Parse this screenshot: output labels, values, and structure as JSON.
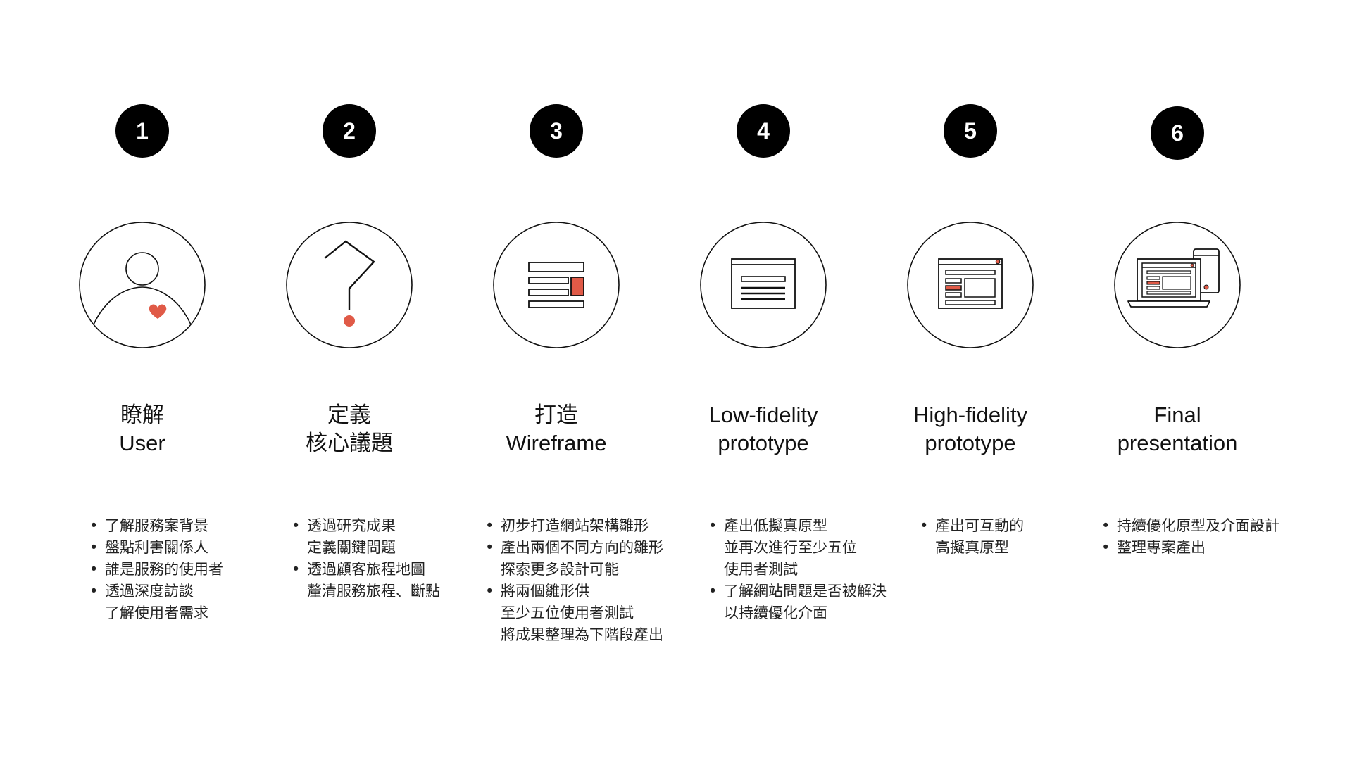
{
  "accent_color": "#e05a47",
  "steps": [
    {
      "number": "1",
      "icon": "user-heart-icon",
      "title_lines": [
        "瞭解",
        "User"
      ],
      "bullets": [
        [
          "了解服務案背景"
        ],
        [
          "盤點利害關係人"
        ],
        [
          "誰是服務的使用者"
        ],
        [
          "透過深度訪談",
          "了解使用者需求"
        ]
      ]
    },
    {
      "number": "2",
      "icon": "question-mark-icon",
      "title_lines": [
        "定義",
        "核心議題"
      ],
      "bullets": [
        [
          "透過研究成果",
          "定義關鍵問題"
        ],
        [
          "透過顧客旅程地圖",
          "釐清服務旅程、斷點"
        ]
      ]
    },
    {
      "number": "3",
      "icon": "wireframe-icon",
      "title_lines": [
        "打造",
        "Wireframe"
      ],
      "bullets": [
        [
          "初步打造網站架構雛形"
        ],
        [
          "產出兩個不同方向的雛形",
          "探索更多設計可能"
        ],
        [
          "將兩個雛形供",
          "至少五位使用者測試",
          "將成果整理為下階段產出"
        ]
      ]
    },
    {
      "number": "4",
      "icon": "low-fidelity-window-icon",
      "title_lines": [
        "Low-fidelity",
        "prototype"
      ],
      "bullets": [
        [
          "產出低擬真原型",
          "並再次進行至少五位",
          "使用者測試"
        ],
        [
          "了解網站問題是否被解決",
          "以持續優化介面"
        ]
      ]
    },
    {
      "number": "5",
      "icon": "high-fidelity-window-icon",
      "title_lines": [
        "High-fidelity",
        "prototype"
      ],
      "bullets": [
        [
          "產出可互動的",
          "高擬真原型"
        ]
      ]
    },
    {
      "number": "6",
      "icon": "laptop-phone-icon",
      "title_lines": [
        "Final",
        "presentation"
      ],
      "bullets": [
        [
          "持續優化原型及介面設計"
        ],
        [
          "整理專案產出"
        ]
      ]
    }
  ]
}
